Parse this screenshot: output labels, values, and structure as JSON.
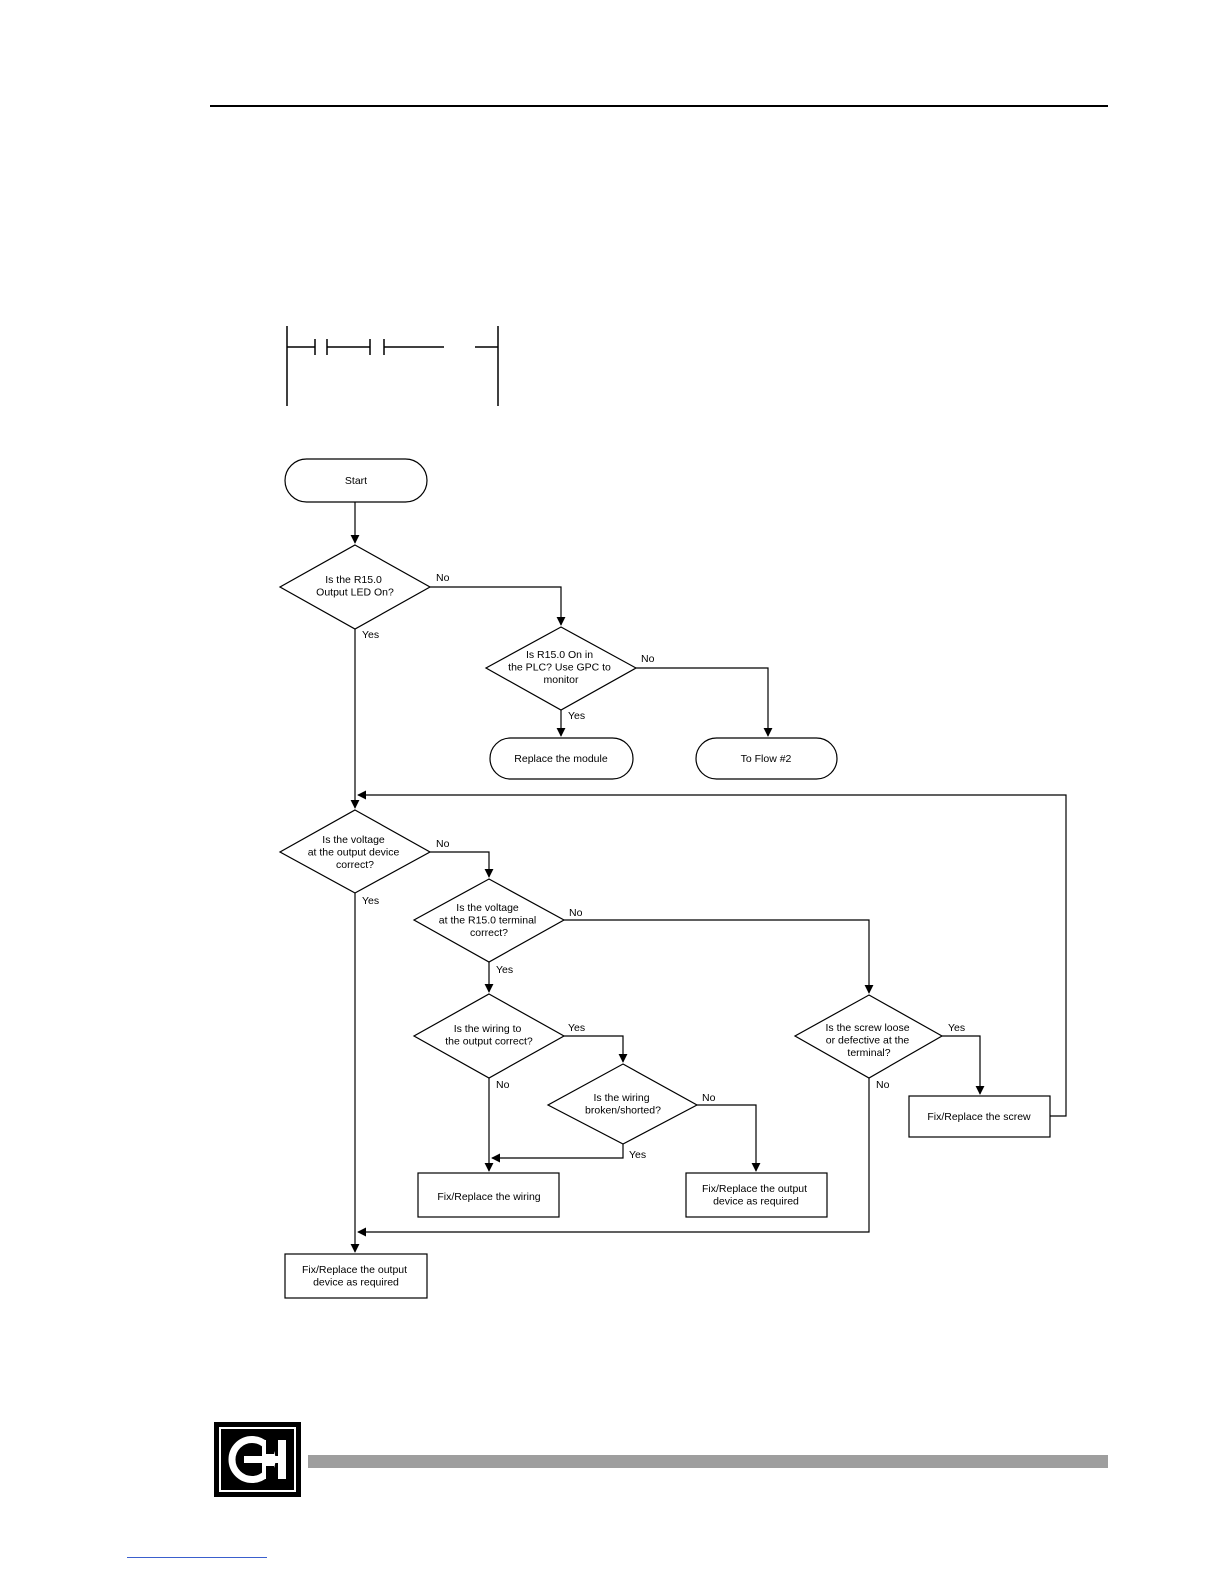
{
  "flowchart": {
    "start": "Start",
    "q_output_led": [
      "Is the R15.0",
      "Output LED On?"
    ],
    "q_plc_on": [
      "Is R15.0 On in",
      "the PLC? Use GPC to",
      "monitor"
    ],
    "replace_module": "Replace the module",
    "to_flow_2": "To Flow #2",
    "q_voltage_device": [
      "Is the voltage",
      "at the output device",
      "correct?"
    ],
    "q_voltage_terminal": [
      "Is the voltage",
      "at the R15.0 terminal",
      "correct?"
    ],
    "q_wiring_output": [
      "Is the wiring to",
      "the output correct?"
    ],
    "q_wiring_broken": [
      "Is the wiring",
      "broken/shorted?"
    ],
    "q_screw": [
      "Is the screw loose",
      "or defective at the",
      "terminal?"
    ],
    "fix_screw": "Fix/Replace the screw",
    "fix_wiring": "Fix/Replace the wiring",
    "fix_output_mid": [
      "Fix/Replace the output",
      "device as required"
    ],
    "fix_output_bottom": [
      "Fix/Replace the output",
      "device as required"
    ],
    "labels": {
      "yes": "Yes",
      "no": "No"
    }
  }
}
